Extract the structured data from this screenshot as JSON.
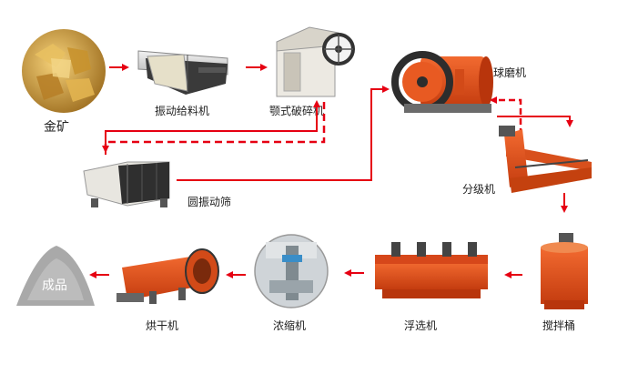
{
  "equipment": {
    "gold_ore": "金矿",
    "vibrating_feeder": "振动给料机",
    "jaw_crusher": "颚式破碎机",
    "vibrating_screen": "圆振动筛",
    "ball_mill": "球磨机",
    "classifier": "分级机",
    "agitation_tank": "搅拌桶",
    "flotation_machine": "浮选机",
    "thickener": "浓缩机",
    "dryer": "烘干机",
    "finished_product": "成品"
  },
  "colors": {
    "arrow": "#e60012",
    "machine_orange": "#e8501e",
    "gold": "#d9a43a"
  }
}
